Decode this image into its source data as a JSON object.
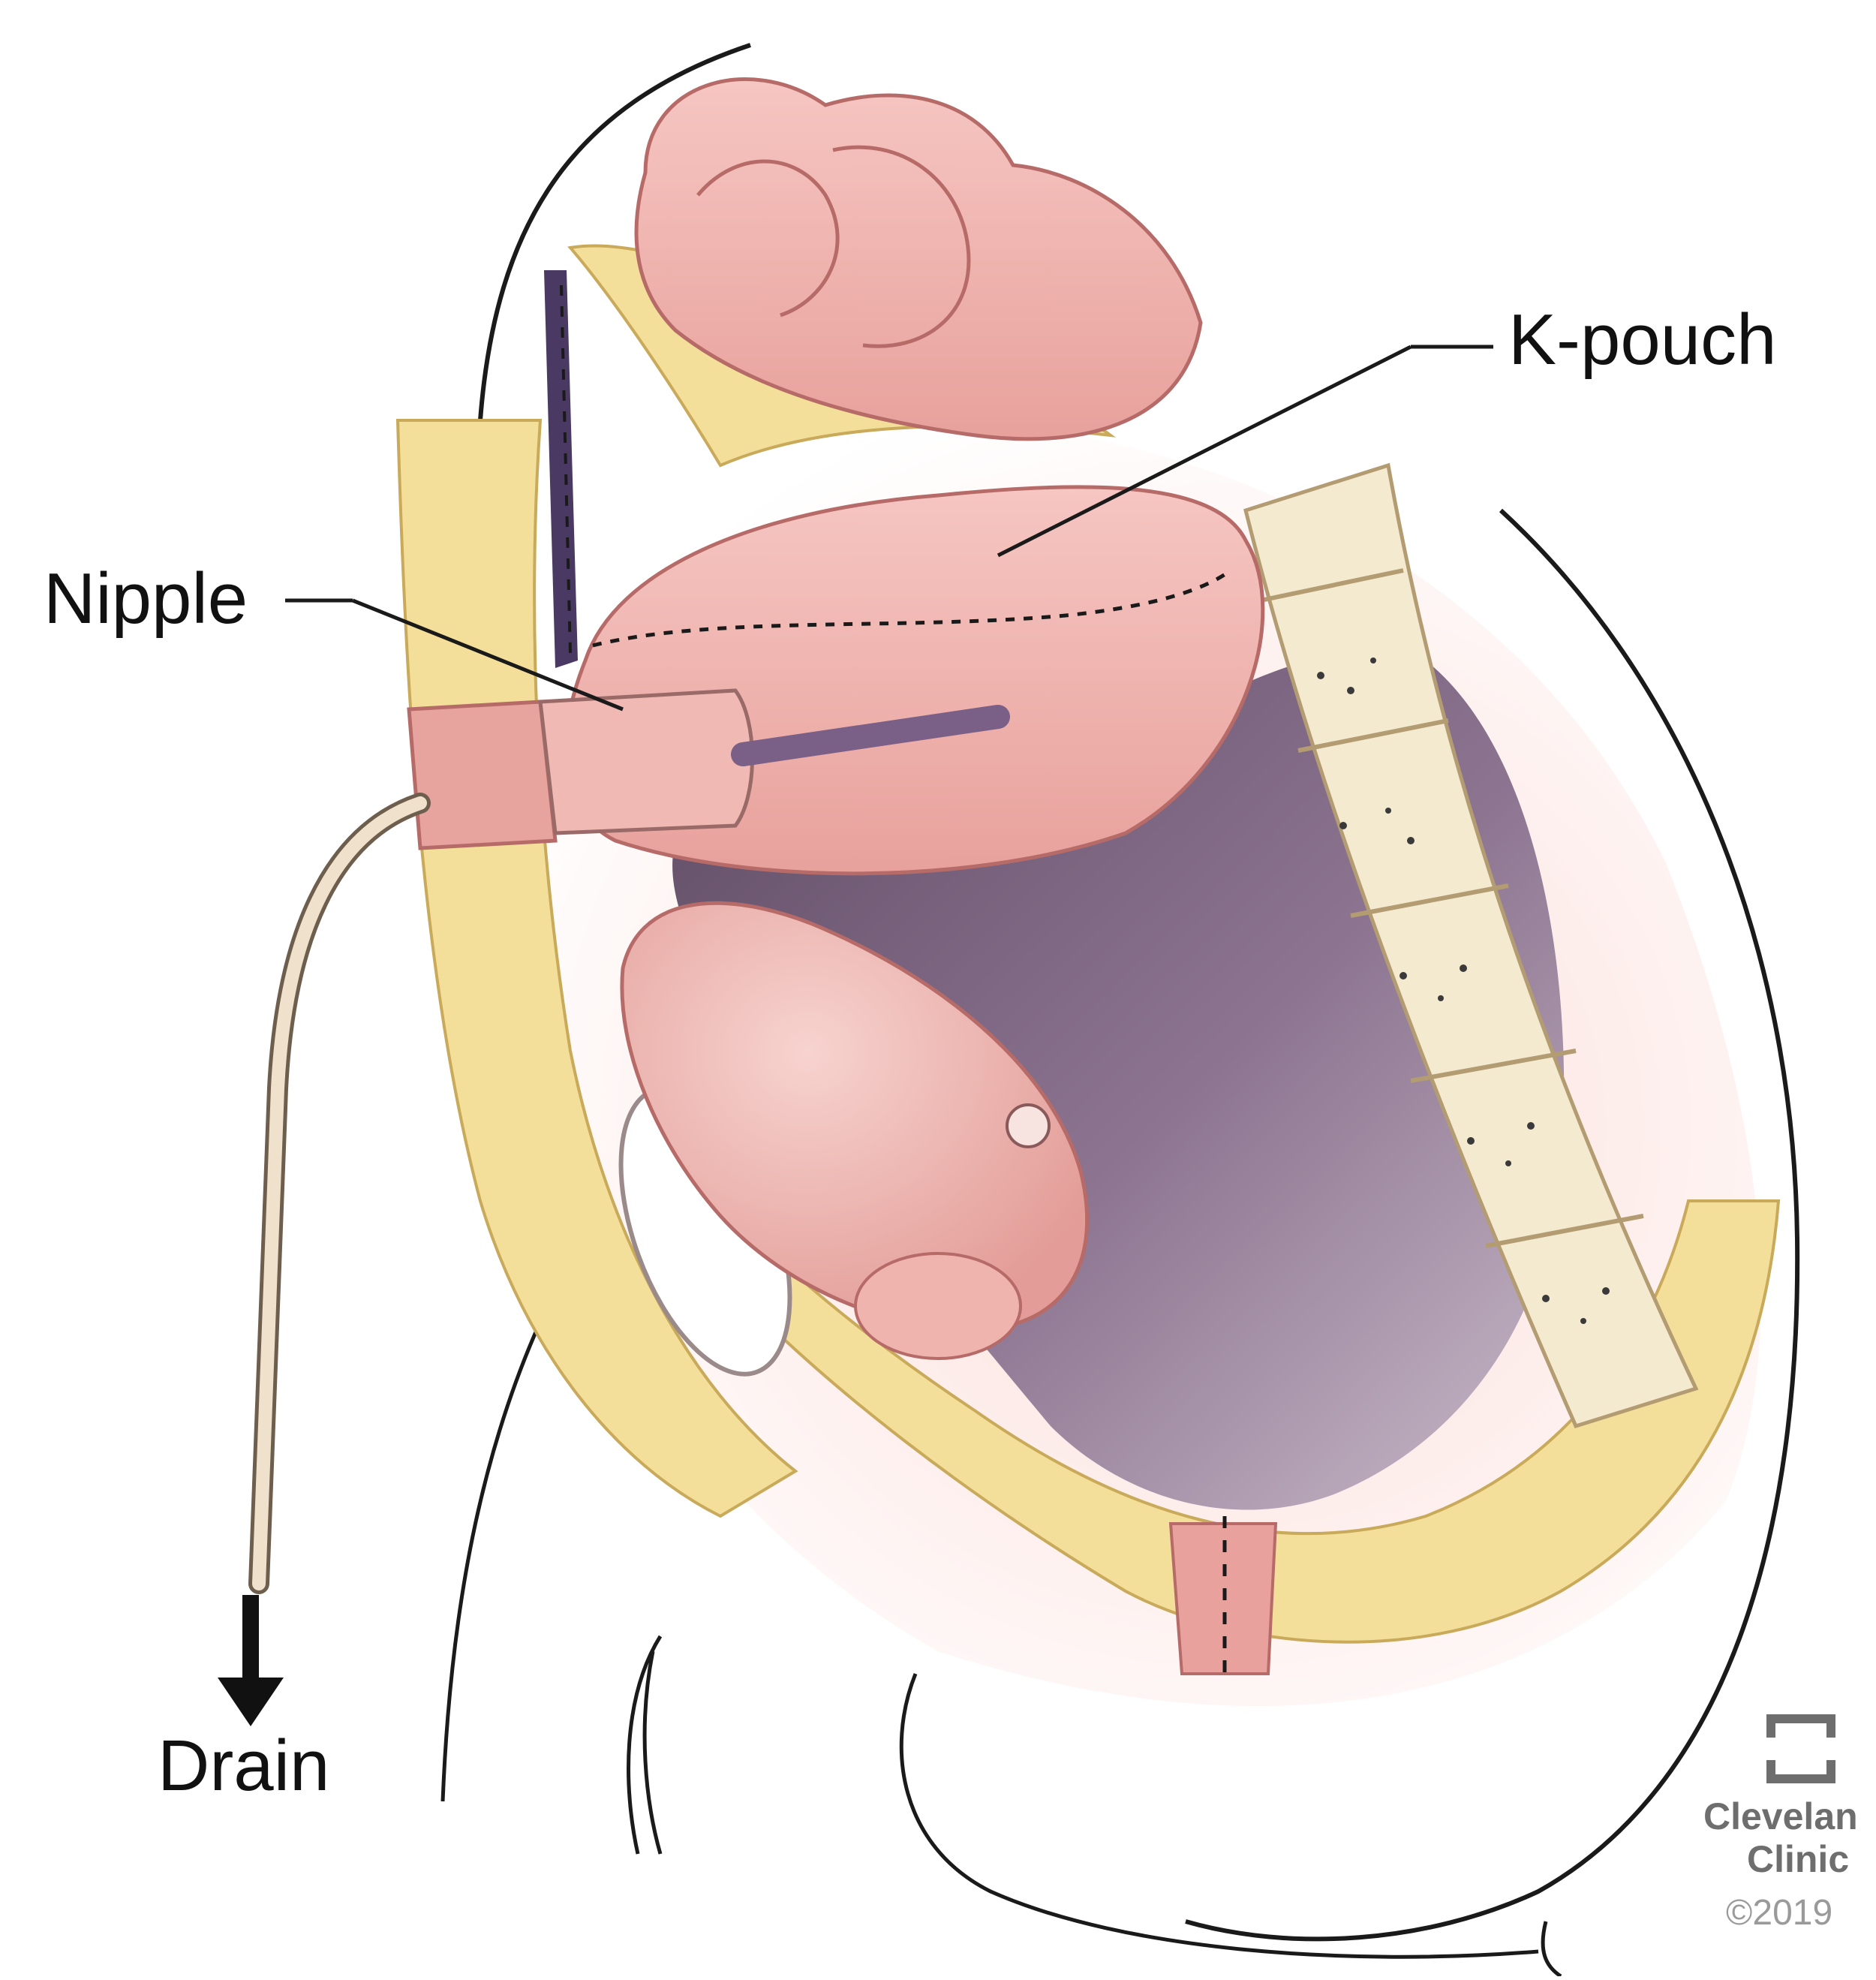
{
  "labels": {
    "kpouch": "K-pouch",
    "nipple": "Nipple",
    "drain": "Drain"
  },
  "logo": {
    "line1": "Clevelan",
    "line2": "Clinic",
    "copyright": "©2019"
  },
  "colors": {
    "pouch": "#f2b5b0",
    "fat": "#f3df9a",
    "cavity": "#8d7591",
    "bone": "#f4ead0",
    "skin": "#fbe3df",
    "outline": "#1a1a1a",
    "catheter": "#7a5f86"
  },
  "icons": {
    "drain_arrow": "arrow-down-icon",
    "logo": "cleveland-clinic-logo-icon"
  }
}
